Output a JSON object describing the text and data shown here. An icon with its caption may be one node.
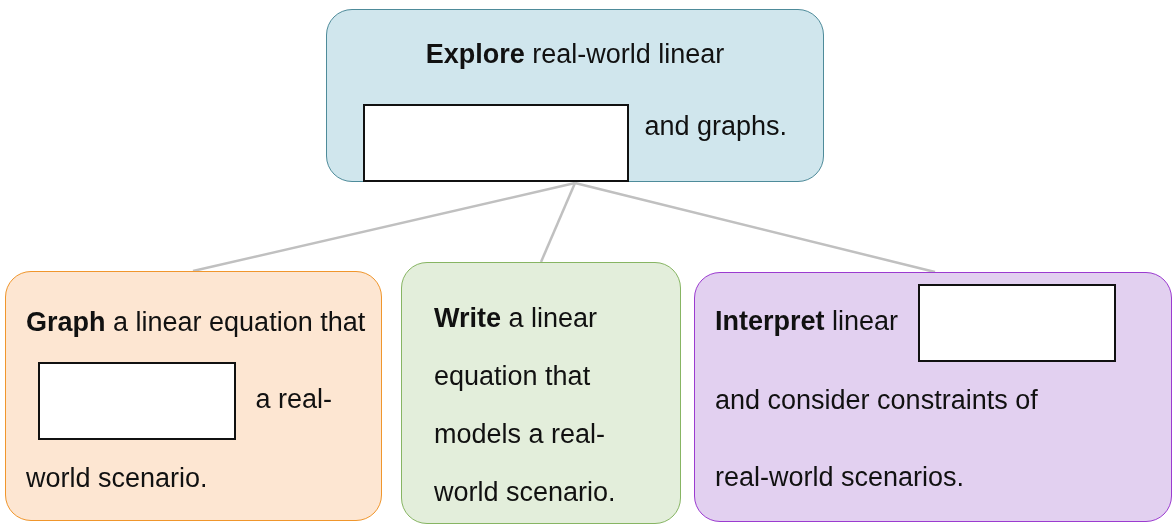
{
  "diagram": {
    "nodes": [
      {
        "text": [
          "**Explore** real-world linear",
          "and graphs."
        ]
      },
      {
        "text": [
          "**Graph** a linear equation that",
          "a real-world scenario."
        ]
      },
      {
        "text": [
          "**Write** a linear equation that models a real-world scenario."
        ]
      },
      {
        "text": [
          "**Interpret** linear",
          "and consider constraints of real-world scenarios."
        ]
      }
    ],
    "edges": [
      {
        "from": 0,
        "to": 1,
        "arrow": "none"
      },
      {
        "from": 0,
        "to": 2,
        "arrow": "none"
      },
      {
        "from": 0,
        "to": 3,
        "arrow": "none"
      }
    ]
  }
}
